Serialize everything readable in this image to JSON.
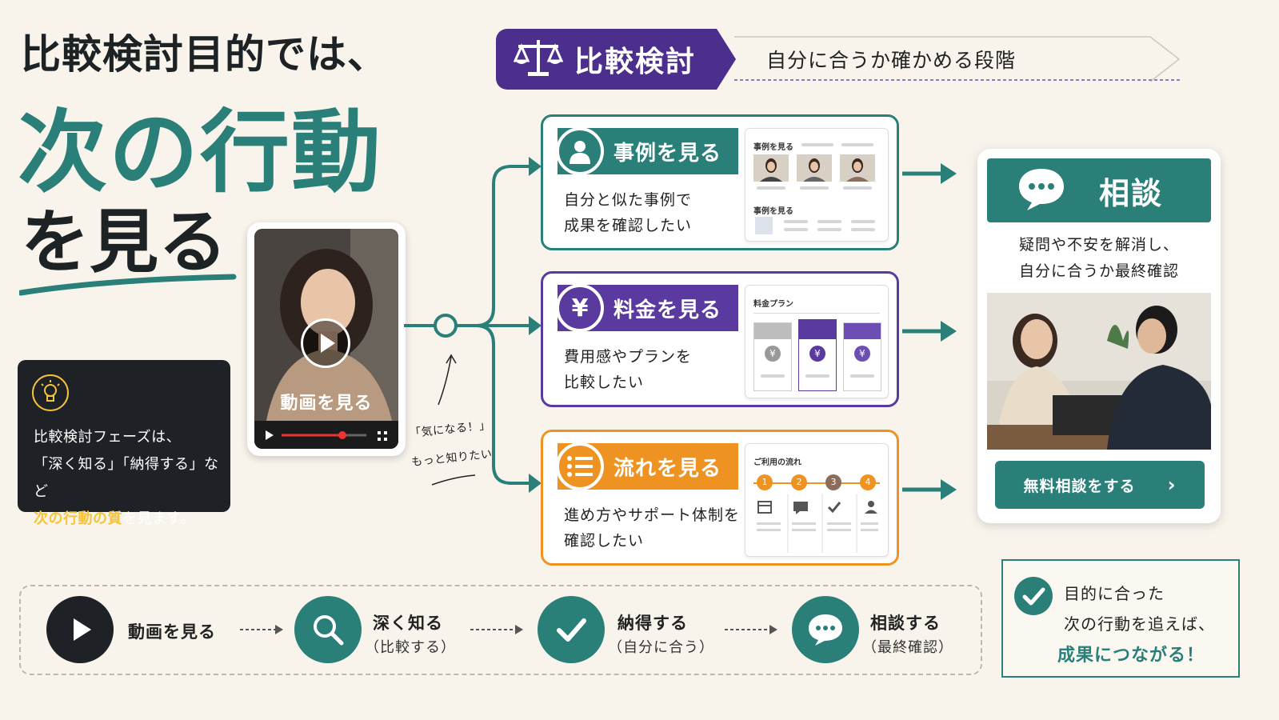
{
  "headline": {
    "line1": "比較検討目的では、",
    "line2": "次の行動",
    "line3": "を見る"
  },
  "banner": {
    "title": "比較検討",
    "subtitle": "自分に合うか確かめる段階",
    "icon": "scale-icon"
  },
  "video": {
    "caption": "動画を見る"
  },
  "tip": {
    "icon": "lightbulb-icon",
    "line1": "比較検討フェーズは、",
    "line2": "「深く知る」「納得する」など",
    "line3_highlight": "次の行動の質",
    "line3_rest": "を見ます。"
  },
  "annotation": {
    "line1": "「気になる！」",
    "line2": "もっと知りたい"
  },
  "cards": [
    {
      "title": "事例を見る",
      "icon": "person-icon",
      "desc1": "自分と似た事例で",
      "desc2": "成果を確認したい",
      "color": "#2a7f79",
      "thumb_label1": "事例を見る",
      "thumb_label2": "事例を見る"
    },
    {
      "title": "料金を見る",
      "icon": "yen-icon",
      "icon_glyph": "¥",
      "desc1": "費用感やプランを",
      "desc2": "比較したい",
      "color": "#5b3aa0",
      "thumb_label": "料金プラン",
      "yen": "¥"
    },
    {
      "title": "流れを見る",
      "icon": "list-icon",
      "desc1": "進め方やサポート体制を",
      "desc2": "確認したい",
      "color": "#ee9322",
      "thumb_label": "ご利用の流れ",
      "steps": [
        "1",
        "2",
        "3",
        "4"
      ]
    }
  ],
  "consult": {
    "title": "相談",
    "icon": "chat-icon",
    "desc1": "疑問や不安を解消し、",
    "desc2": "自分に合うか最終確認",
    "button": "無料相談をする"
  },
  "flow": [
    {
      "title": "動画を見る",
      "sub": "",
      "icon": "play-icon"
    },
    {
      "title": "深く知る",
      "sub": "（比較する）",
      "icon": "search-icon"
    },
    {
      "title": "納得する",
      "sub": "（自分に合う）",
      "icon": "check-icon"
    },
    {
      "title": "相談する",
      "sub": "（最終確認）",
      "icon": "chat-icon"
    }
  ],
  "result": {
    "line1": "目的に合った",
    "line2": "次の行動を追えば、",
    "emphasis": "成果につながる！",
    "icon": "check-circle-icon"
  },
  "colors": {
    "teal": "#2a7f79",
    "purple": "#4c2f8c",
    "orange": "#ee9322",
    "dark": "#1e2125",
    "background": "#f8f4ec"
  }
}
